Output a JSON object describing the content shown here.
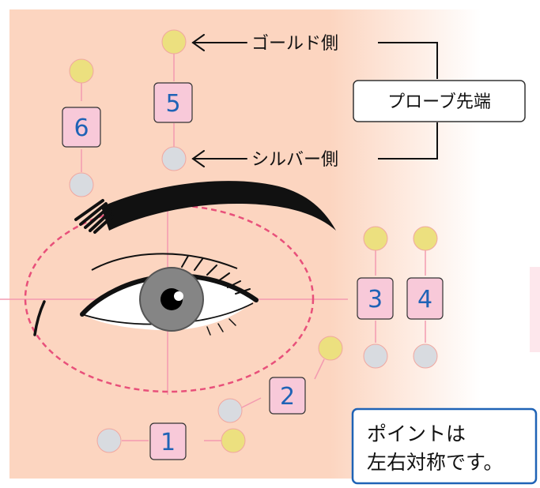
{
  "legend": {
    "gold_side": "ゴールド側",
    "silver_side": "シルバー側",
    "probe_tip": "プローブ先端"
  },
  "points": [
    {
      "id": "1",
      "label": "1"
    },
    {
      "id": "2",
      "label": "2"
    },
    {
      "id": "3",
      "label": "3"
    },
    {
      "id": "4",
      "label": "4"
    },
    {
      "id": "5",
      "label": "5"
    },
    {
      "id": "6",
      "label": "6"
    }
  ],
  "note": {
    "line1": "ポイントは",
    "line2": "左右対称です。"
  },
  "colors": {
    "skin": "#fcd5c0",
    "gold": "#ece07f",
    "silver": "#d8dbe0",
    "label_bg": "#f8c9d9",
    "label_text": "#1f63b6",
    "dashed": "#e8507a",
    "crosshair": "#f39ab0"
  },
  "icons": [
    "gold-electrode-icon",
    "silver-electrode-icon",
    "eye-icon",
    "eyebrow-icon",
    "arrow-left-icon"
  ]
}
